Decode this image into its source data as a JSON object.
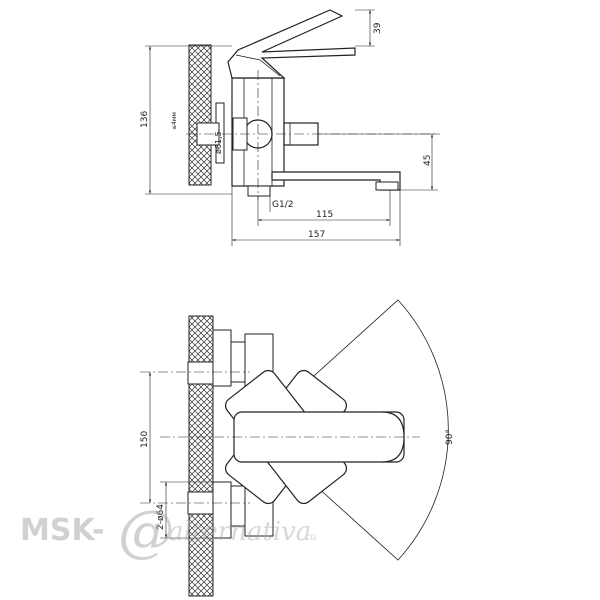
{
  "diagram": {
    "top_view": {
      "dims": {
        "height_top": "39",
        "height_total": "136",
        "spout_height": "45",
        "spout_length": "115",
        "total_length": "157",
        "thread": "G1/2",
        "side_small": "≤4мм",
        "diameter": "ø61,5"
      }
    },
    "bottom_view": {
      "dims": {
        "spacing": "150",
        "diameter": "2-ø64",
        "angle": "90°"
      }
    },
    "watermark": {
      "brand": "MSK-",
      "script": "alternativa",
      "suffix": ".ru"
    }
  }
}
